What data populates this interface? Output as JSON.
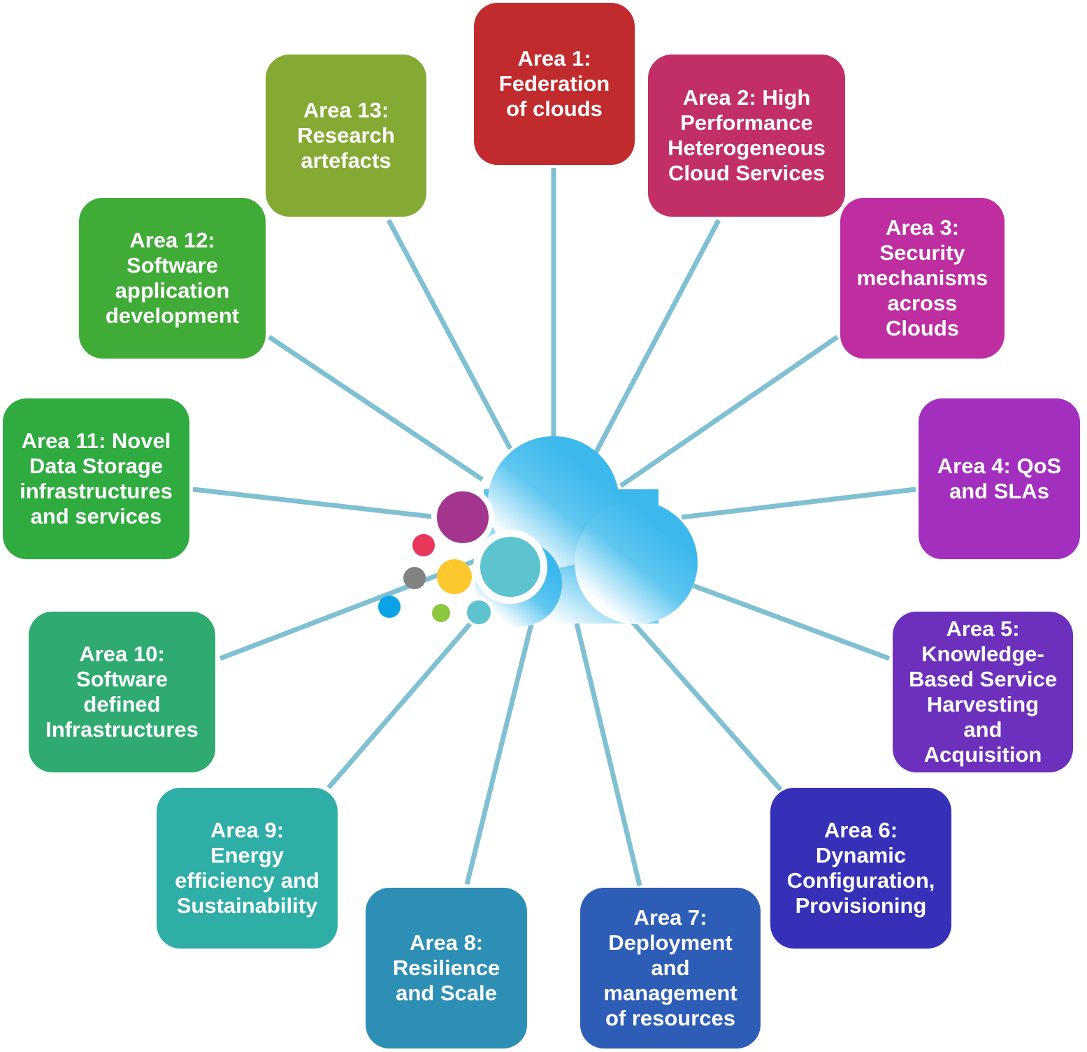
{
  "hub": {
    "icon": "cloud-icon",
    "cloud_gradient": [
      "#3db8ec",
      "#ffffff"
    ],
    "bubble_colors": {
      "purple": "#a3358f",
      "teal_large": "#5cc3cf",
      "teal_small": "#5cc3cf",
      "red": "#e8375a",
      "gray": "#828282",
      "yellow": "#fdc82d",
      "blue": "#0aa3e6",
      "green": "#8dc63f"
    }
  },
  "connector_color": "#7fc0d2",
  "areas": [
    {
      "id": "area-1",
      "label": "Area 1:\nFederation\nof clouds",
      "color": "#c12b2e"
    },
    {
      "id": "area-2",
      "label": "Area 2: High\nPerformance\nHeterogeneous\nCloud Services",
      "color": "#c22e68"
    },
    {
      "id": "area-3",
      "label": "Area 3:\nSecurity\nmechanisms\nacross\nClouds",
      "color": "#be2ea0"
    },
    {
      "id": "area-4",
      "label": "Area 4: QoS\nand SLAs",
      "color": "#a22fbd"
    },
    {
      "id": "area-5",
      "label": "Area 5:\nKnowledge-\nBased Service\nHarvesting\nand\nAcquisition",
      "color": "#6c30bc"
    },
    {
      "id": "area-6",
      "label": "Area 6:\nDynamic\nConfiguration,\nProvisioning",
      "color": "#3630b8"
    },
    {
      "id": "area-7",
      "label": "Area 7:\nDeployment\nand\nmanagement\nof resources",
      "color": "#2e5db7"
    },
    {
      "id": "area-8",
      "label": "Area 8:\nResilience\nand Scale",
      "color": "#2e8fb6"
    },
    {
      "id": "area-9",
      "label": "Area 9:\nEnergy\nefficiency and\nSustainability",
      "color": "#2eaea7"
    },
    {
      "id": "area-10",
      "label": "Area 10:\nSoftware\ndefined\nInfrastructures",
      "color": "#2fab71"
    },
    {
      "id": "area-11",
      "label": "Area 11: Novel\nData Storage\ninfrastructures\nand services",
      "color": "#2fab3f"
    },
    {
      "id": "area-12",
      "label": "Area 12:\nSoftware\napplication\ndevelopment",
      "color": "#40ab37"
    },
    {
      "id": "area-13",
      "label": "Area 13:\nResearch\nartefacts",
      "color": "#85aa33"
    }
  ]
}
